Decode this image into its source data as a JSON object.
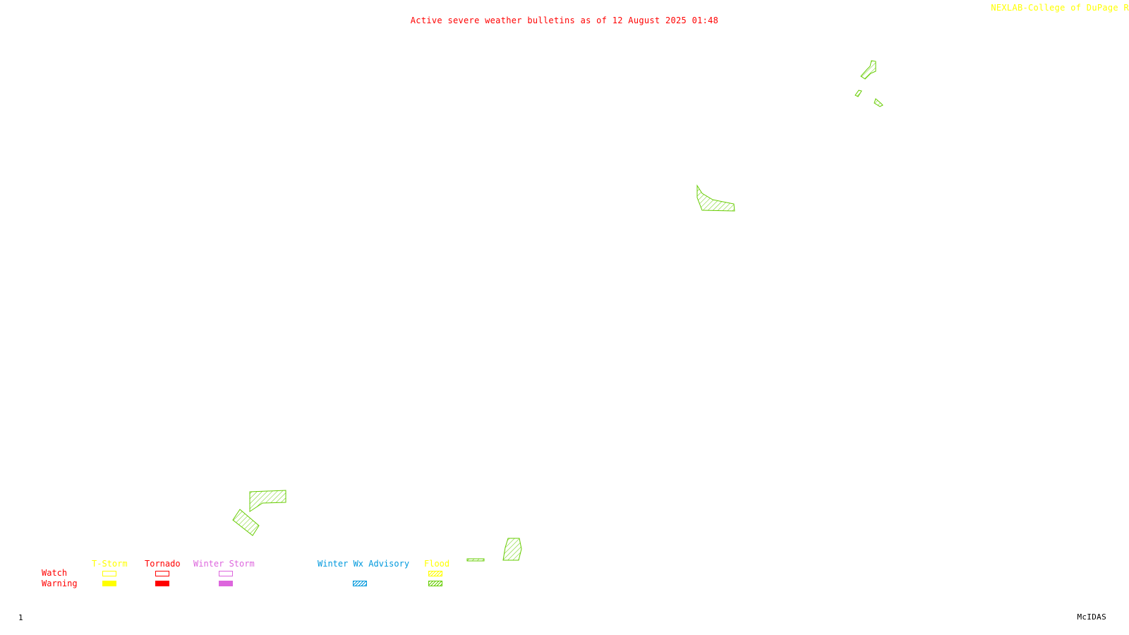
{
  "header": {
    "title": "Active severe weather bulletins as of 12 August 2025 01:48",
    "credit": "NEXLAB-College of DuPage R"
  },
  "footer": {
    "frame_number": "1",
    "system_label": "McIDAS"
  },
  "legend": {
    "columns": [
      {
        "label": "T-Storm",
        "color": "#ffff00"
      },
      {
        "label": "Tornado",
        "color": "#ff0000"
      },
      {
        "label": "Winter Storm",
        "color": "#dd66dd"
      },
      {
        "label": "Winter Wx Advisory",
        "color": "#0099dd"
      },
      {
        "label": "Flood",
        "color": "#ffff00"
      }
    ],
    "rows": [
      {
        "label": "Watch",
        "color": "#ff0000"
      },
      {
        "label": "Warning",
        "color": "#ff0000"
      }
    ],
    "flood_warning_color": "#66cc00"
  },
  "bulletin_polygons": {
    "type": "flood-warning",
    "color": "#66cc00",
    "count": 8
  }
}
